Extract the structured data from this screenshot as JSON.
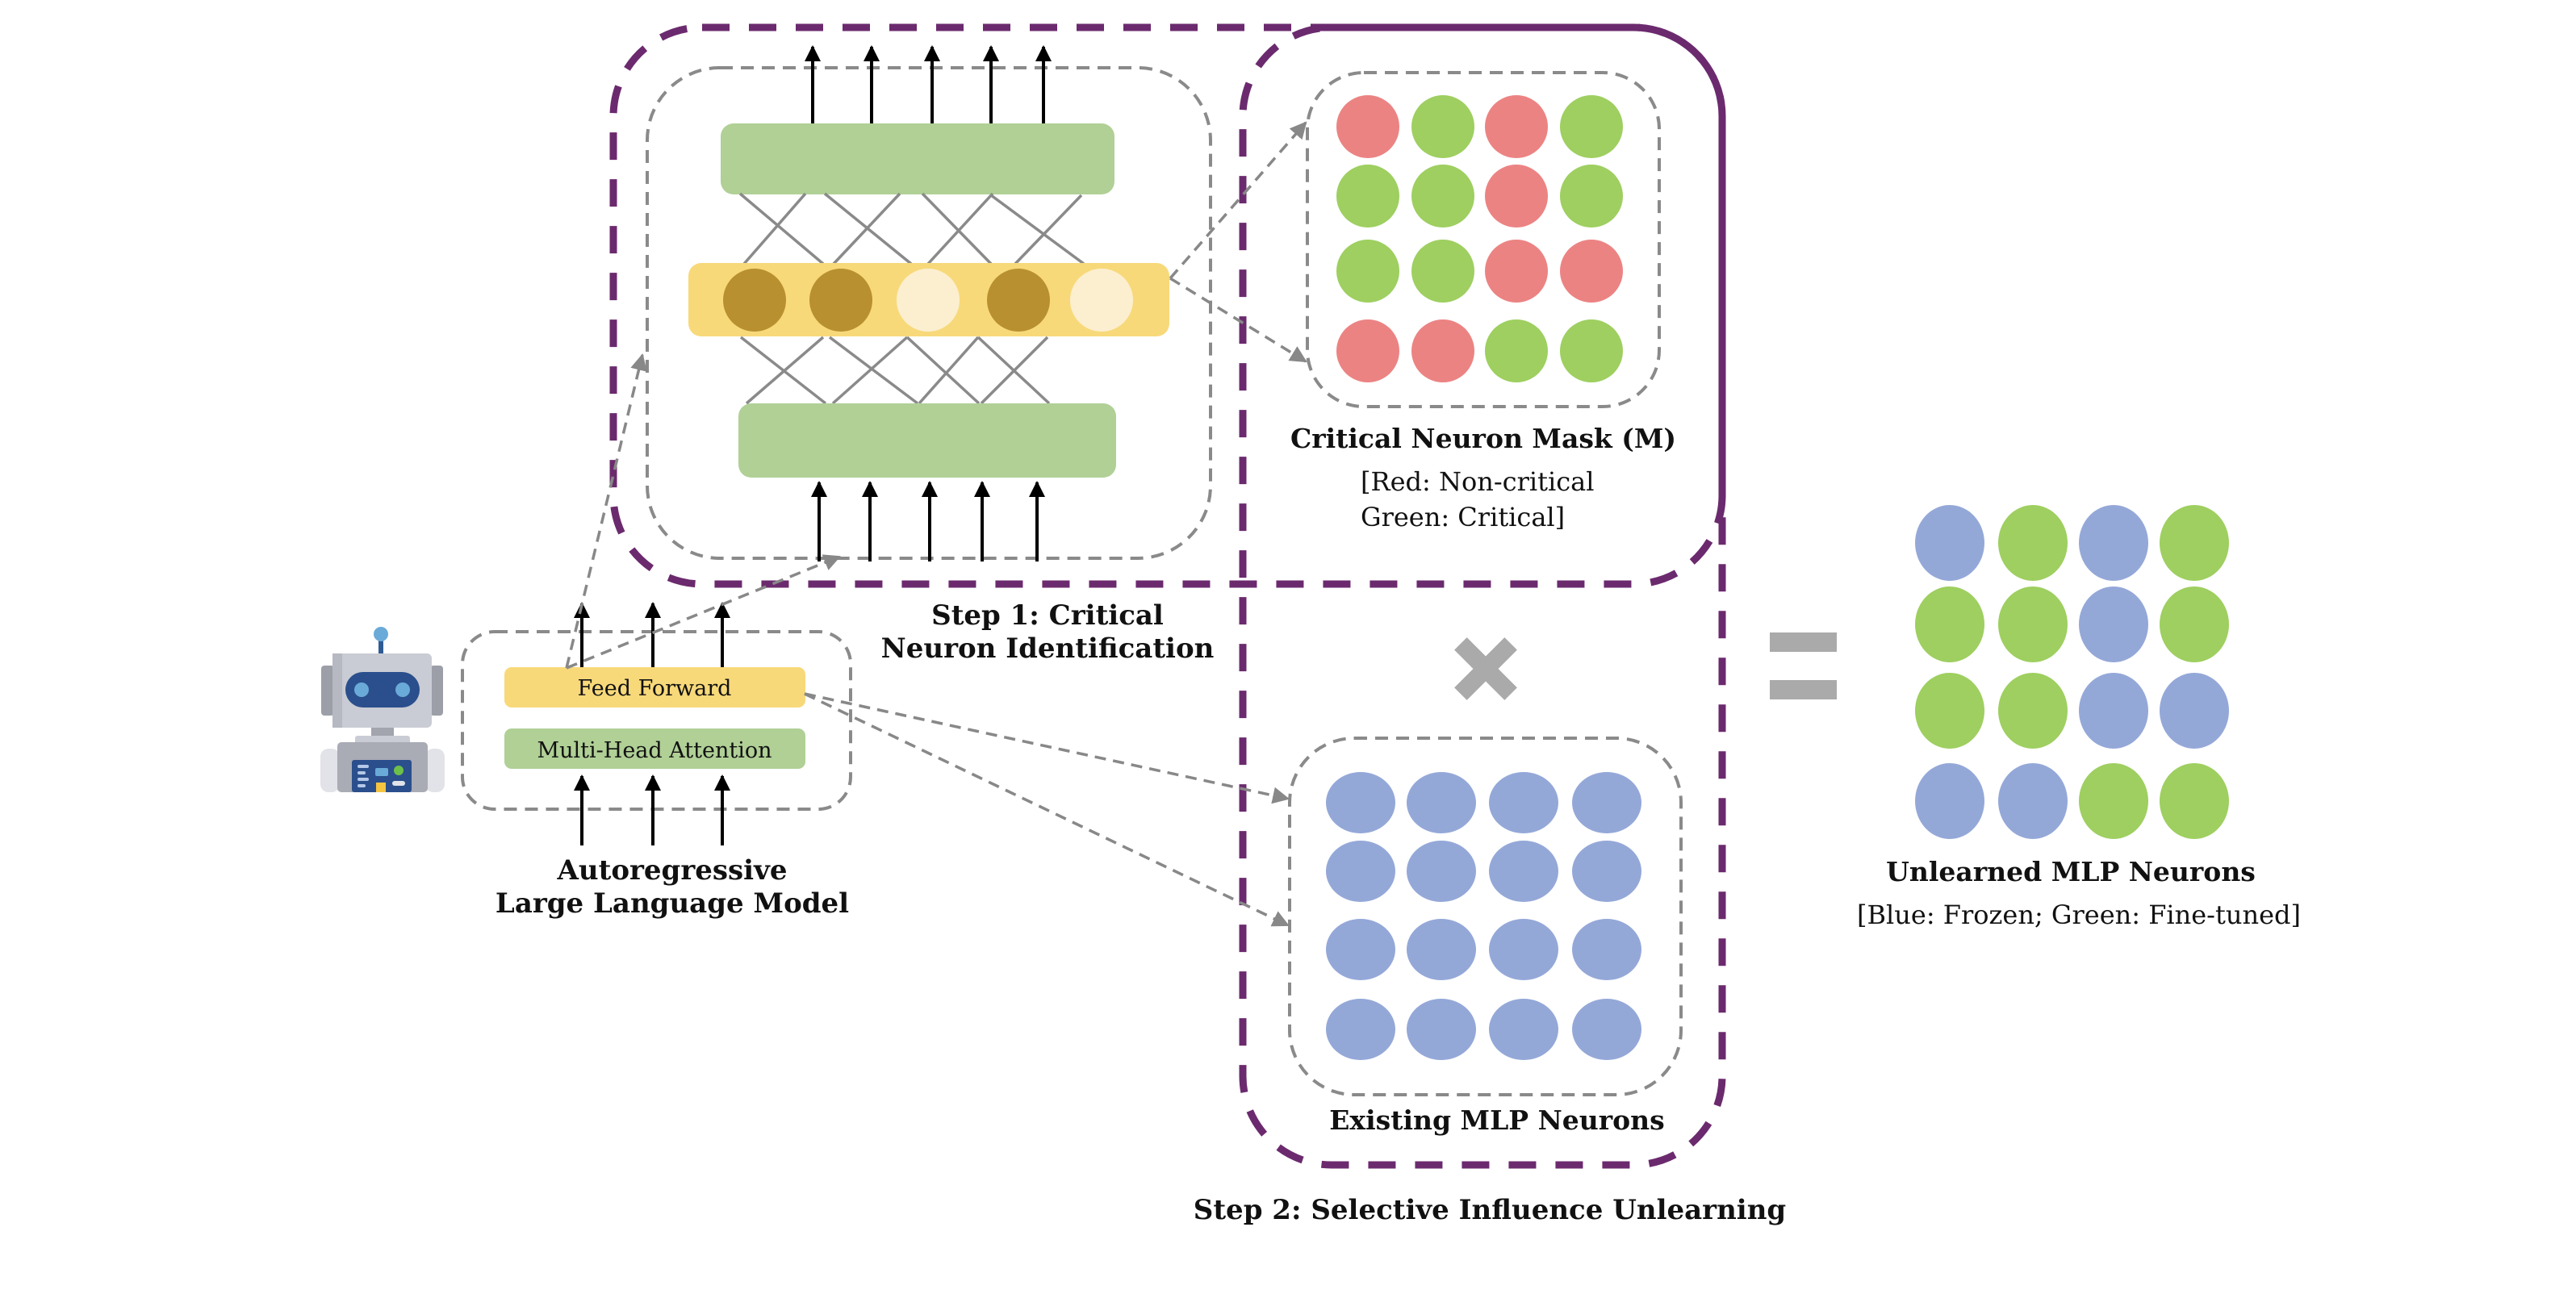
{
  "colors": {
    "purple_border": "#6b2a6e",
    "gray_dash": "#8a8a8a",
    "green_bar": "#b0d096",
    "yellow_bar": "#f8d97a",
    "neuron_active": "#b89030",
    "neuron_inactive": "#fcefd0",
    "red_neuron": "#ec8383",
    "green_neuron": "#9ecf60",
    "blue_neuron": "#94a8d8",
    "operator_gray": "#aaaaaa"
  },
  "llm": {
    "feed_forward_label": "Feed Forward",
    "attention_label": "Multi-Head Attention",
    "title_line1": "Autoregressive",
    "title_line2": "Large Language Model"
  },
  "step1": {
    "title_line1": "Step 1: Critical",
    "title_line2": "Neuron Identification",
    "ffn_neurons": [
      "active",
      "active",
      "inactive",
      "active",
      "inactive"
    ],
    "mask": {
      "title": "Critical Neuron Mask (M)",
      "legend_line1": "[Red: Non-critical",
      "legend_line2": "Green: Critical]",
      "grid": [
        [
          "red",
          "green",
          "red",
          "green"
        ],
        [
          "green",
          "green",
          "red",
          "green"
        ],
        [
          "green",
          "green",
          "red",
          "red"
        ],
        [
          "red",
          "red",
          "green",
          "green"
        ]
      ]
    }
  },
  "step2": {
    "title": "Step 2: Selective Influence Unlearning",
    "multiply_symbol": "×",
    "existing": {
      "title": "Existing MLP Neurons",
      "grid": [
        [
          "blue",
          "blue",
          "blue",
          "blue"
        ],
        [
          "blue",
          "blue",
          "blue",
          "blue"
        ],
        [
          "blue",
          "blue",
          "blue",
          "blue"
        ],
        [
          "blue",
          "blue",
          "blue",
          "blue"
        ]
      ]
    }
  },
  "result": {
    "equals_symbol": "=",
    "title": "Unlearned MLP Neurons",
    "legend": "[Blue: Frozen; Green: Fine-tuned]",
    "grid": [
      [
        "blue",
        "green",
        "blue",
        "green"
      ],
      [
        "green",
        "green",
        "blue",
        "green"
      ],
      [
        "green",
        "green",
        "blue",
        "blue"
      ],
      [
        "blue",
        "blue",
        "green",
        "green"
      ]
    ]
  }
}
